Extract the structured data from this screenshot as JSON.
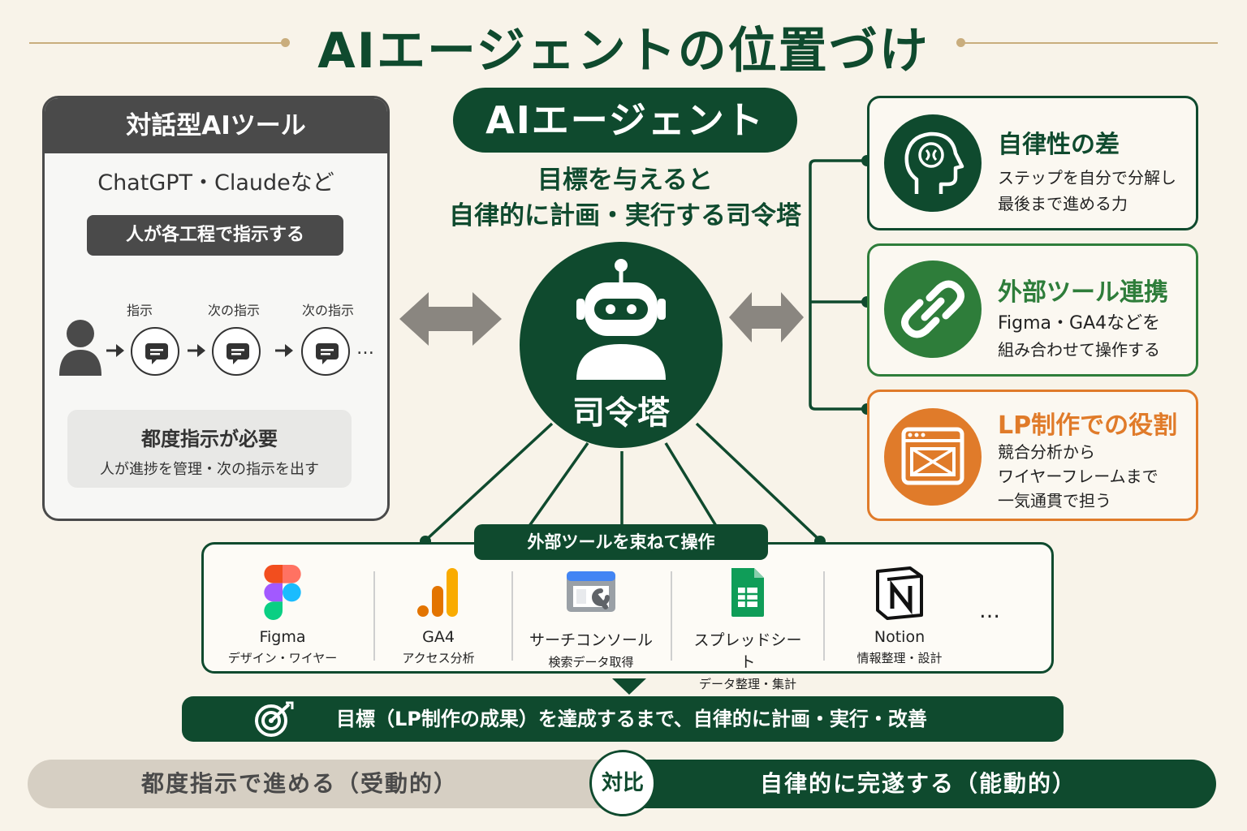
{
  "title": "AIエージェントの位置づけ",
  "left": {
    "header": "対話型AIツール",
    "examples": "ChatGPT・Claudeなど",
    "badge": "人が各工程で指示する",
    "steps": [
      "指示",
      "次の指示",
      "次の指示"
    ],
    "ellipsis": "…",
    "note_title": "都度指示が必要",
    "note_text": "人が進捗を管理・次の指示を出す"
  },
  "center": {
    "pill": "AIエージェント",
    "desc_line1": "目標を与えると",
    "desc_line2": "自律的に計画・実行する司令塔",
    "hub_label": "司令塔"
  },
  "cards": [
    {
      "title": "自律性の差",
      "line1": "ステップを自分で分解し",
      "line2": "最後まで進める力",
      "icon": "brain-head-icon",
      "color": "#0f4a2e"
    },
    {
      "title": "外部ツール連携",
      "line1": "Figma・GA4などを",
      "line2": "組み合わせて操作する",
      "icon": "link-icon",
      "color": "#2e7d3a"
    },
    {
      "title": "LP制作での役割",
      "line1": "競合分析から",
      "line2": "ワイヤーフレームまで",
      "line3": "一気通貫で担う",
      "icon": "wireframe-icon",
      "color": "#e07b2a"
    }
  ],
  "tools": {
    "tag": "外部ツールを束ねて操作",
    "items": [
      {
        "name": "Figma",
        "desc": "デザイン・ワイヤー"
      },
      {
        "name": "GA4",
        "desc": "アクセス分析"
      },
      {
        "name": "サーチコンソール",
        "desc": "検索データ取得"
      },
      {
        "name": "スプレッドシート",
        "desc": "データ整理・集計"
      },
      {
        "name": "Notion",
        "desc": "情報整理・設計"
      }
    ],
    "more": "…"
  },
  "goal": "目標（LP制作の成果）を達成するまで、自律的に計画・実行・改善",
  "compare": {
    "left": "都度指示で進める（受動的）",
    "center": "対比",
    "right": "自律的に完遂する（能動的）"
  }
}
